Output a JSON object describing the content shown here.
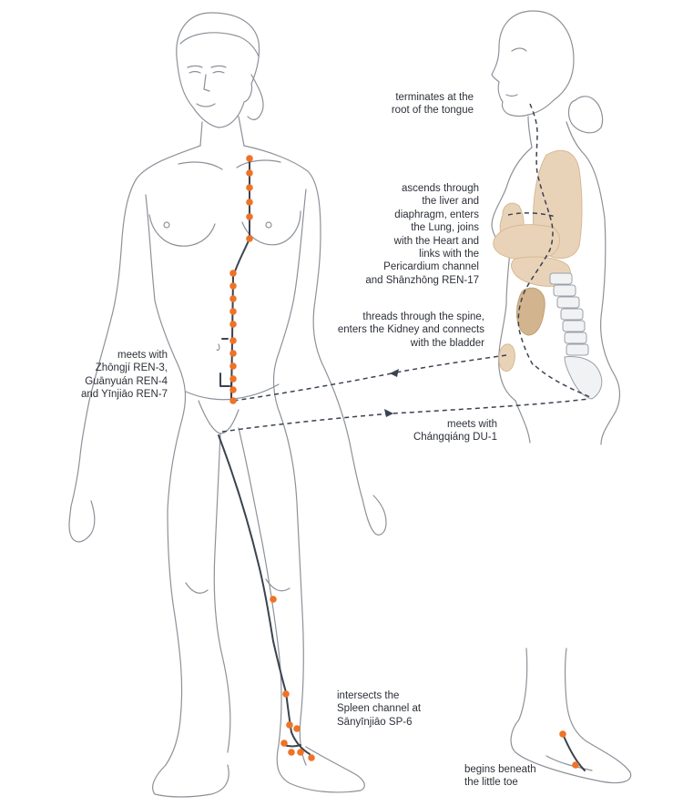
{
  "colors": {
    "outline": "#8d9198",
    "channel": "#3b4350",
    "point": "#ee7326",
    "organ": "#e9d3b8",
    "organ_dark": "#d2b58e"
  },
  "labels": {
    "tongue": [
      "terminates at the",
      "root of the tongue"
    ],
    "liver": [
      "ascends through",
      "the liver and",
      "diaphragm, enters",
      "the Lung, joins",
      "with the Heart and",
      "links with the",
      "Pericardium channel",
      "and Shānzhōng REN-17"
    ],
    "spine": [
      "threads through the spine,",
      "enters the Kidney and connects",
      "with the bladder"
    ],
    "ren": [
      "meets with",
      "Zhōngjí REN-3,",
      "Guānyuán REN-4",
      "and Yīnjiāo REN-7"
    ],
    "du": [
      "meets with",
      "Chángqiáng DU-1"
    ],
    "spleen": [
      "intersects the",
      "Spleen channel at",
      "Sānyīnjiāo SP-6"
    ],
    "toe": [
      "begins beneath",
      "the little toe"
    ]
  }
}
